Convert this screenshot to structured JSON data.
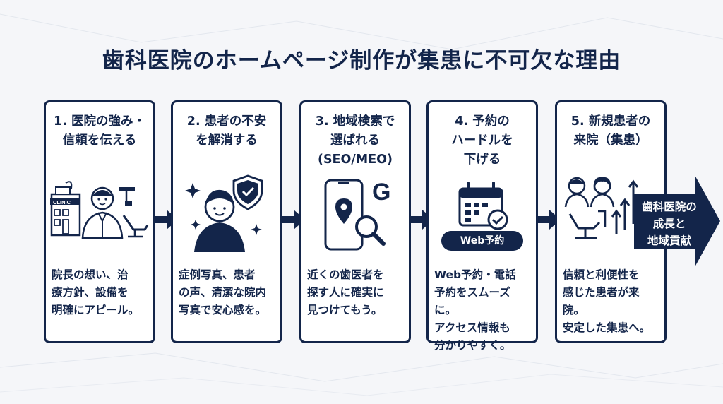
{
  "title": "歯科医院のホームページ制作が集患に不可欠な理由",
  "steps": [
    {
      "title": "1. 医院の強み・\n信頼を伝える",
      "body": "院長の想い、治\n療方針、設備を\n明確にアピール。",
      "icon": "clinic-doctor-icon",
      "sign": "CLINIC"
    },
    {
      "title": "2. 患者の不安\nを解消する",
      "body": "症例写真、患者\nの声、清潔な院内\n写真で安心感を。",
      "icon": "patient-shield-icon"
    },
    {
      "title": "3. 地域検索で\n選ばれる\n(SEO/MEO)",
      "body": "近くの歯医者を\n探す人に確実に\n見つけてもう。",
      "icon": "phone-map-search-icon",
      "letter": "G"
    },
    {
      "title": "4. 予約の\nハードルを\n下げる",
      "body": "Web予約・電話\n予約をスムーズに。\nアクセス情報も\n分かりやすく。",
      "icon": "calendar-check-icon",
      "badge": "Web予約"
    },
    {
      "title": "5. 新規患者の\n来院（集患）",
      "body": "信頼と利便性を\n感じた患者が来院。\n安定した集患へ。",
      "icon": "patients-growth-icon"
    }
  ],
  "final": {
    "text": "歯科医院の\n成長と\n地域貢献"
  },
  "colors": {
    "navy": "#13254a",
    "background": "#f5f6f9",
    "card": "#ffffff"
  }
}
